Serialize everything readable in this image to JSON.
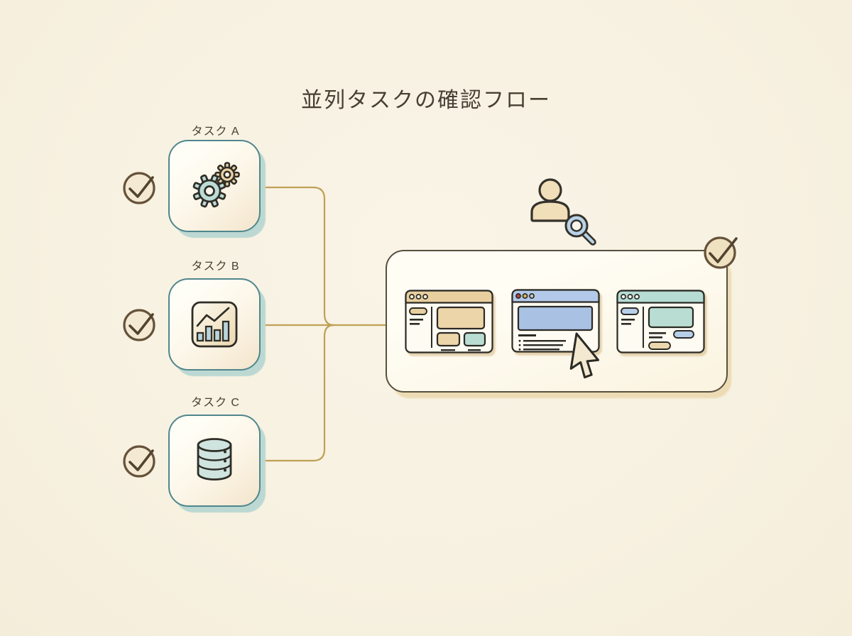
{
  "title": "並列タスクの確認フロー",
  "tasks": [
    {
      "id": "A",
      "label": "タスク A",
      "icon": "gears-icon",
      "status": "checked"
    },
    {
      "id": "B",
      "label": "タスク B",
      "icon": "bar-chart-icon",
      "status": "checked"
    },
    {
      "id": "C",
      "label": "タスク C",
      "icon": "database-icon",
      "status": "checked"
    }
  ],
  "review": {
    "status": "checked",
    "reviewer_icon": "person-with-magnifier-icon",
    "cursor_icon": "mouse-pointer-icon",
    "windows": [
      {
        "theme": "tan",
        "layout": "sidebar + content card + two tiles"
      },
      {
        "theme": "blue",
        "layout": "hero banner + bulleted text",
        "cursor_overlapping": true
      },
      {
        "theme": "teal",
        "layout": "sidebar + content card + pills"
      }
    ]
  },
  "colors": {
    "background": "#f7f1e2",
    "ink": "#473f33",
    "outline": "#2f2d27",
    "task_border": "#4f868c",
    "task_shadow": "#bcd8d2",
    "connector": "#bfa055",
    "check_stroke": "#53432e",
    "check_circle_fill": "#f4ead3",
    "panel_border": "#57503f",
    "panel_shadow": "#ecdbb4",
    "tan": "#ecd5a8",
    "teal": "#bcdcd6",
    "blue": "#a9c2e4",
    "header_blue": "#b3c9e9",
    "header_tan": "#e9cfa0",
    "header_teal": "#b6dcd3",
    "dot_red": "#b5443c",
    "dot_yellow": "#d9b85e",
    "dot_gray": "#c6cabe"
  }
}
